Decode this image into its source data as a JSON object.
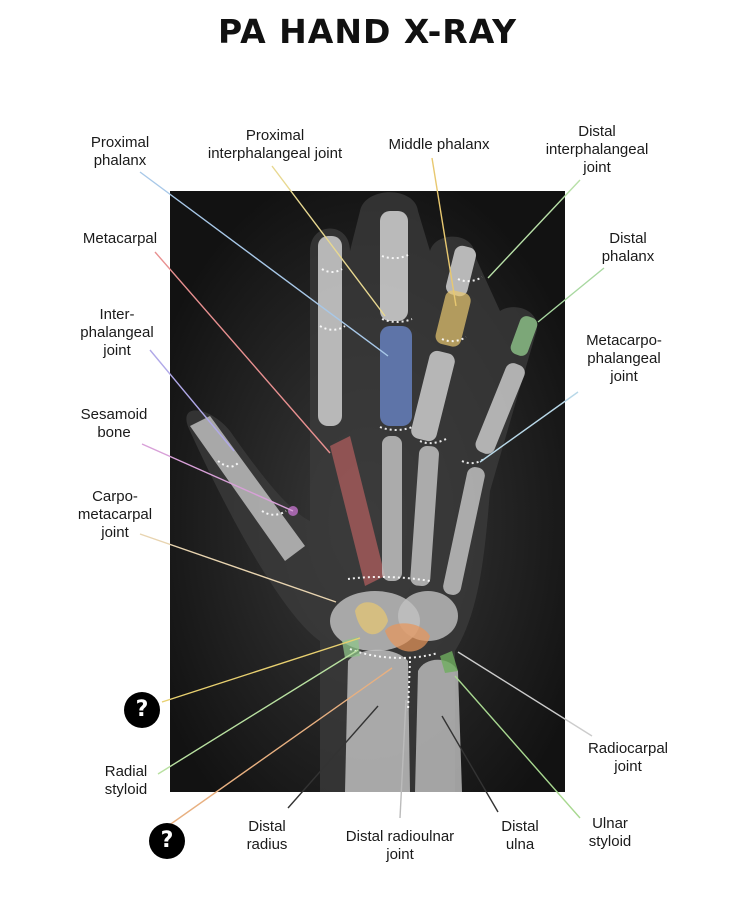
{
  "title": "PA HAND X-RAY",
  "labels": {
    "proximal_phalanx": [
      "Proximal",
      "phalanx"
    ],
    "pip_joint": [
      "Proximal",
      "interphalangeal joint"
    ],
    "middle_phalanx": [
      "Middle phalanx"
    ],
    "dip_joint": [
      "Distal",
      "interphalangeal",
      "joint"
    ],
    "metacarpal": [
      "Metacarpal"
    ],
    "distal_phalanx": [
      "Distal",
      "phalanx"
    ],
    "ip_joint": [
      "Inter-",
      "phalangeal",
      "joint"
    ],
    "mcp_joint": [
      "Metacarpo-",
      "phalangeal",
      "joint"
    ],
    "sesamoid": [
      "Sesamoid",
      "bone"
    ],
    "cmc_joint": [
      "Carpo-",
      "metacarpal",
      "joint"
    ],
    "radiocarpal": [
      "Radiocarpal",
      "joint"
    ],
    "radial_styloid": [
      "Radial",
      "styloid"
    ],
    "distal_radius": [
      "Distal",
      "radius"
    ],
    "druj": [
      "Distal radioulnar",
      "joint"
    ],
    "distal_ulna": [
      "Distal",
      "ulna"
    ],
    "ulnar_styloid": [
      "Ulnar",
      "styloid"
    ]
  },
  "quiz_buttons": [
    "?",
    "?"
  ],
  "colors": {
    "middle_phalanx": "#e8c870",
    "proximal_phalanx": "#6f8fd8",
    "metacarpal": "#d86a6a",
    "distal_phalanx": "#8fc48a",
    "scaphoid": "#e8c870",
    "lunate": "#e8955a",
    "radial_styloid": "#8fc48a",
    "ulnar_styloid": "#6fae5f"
  }
}
